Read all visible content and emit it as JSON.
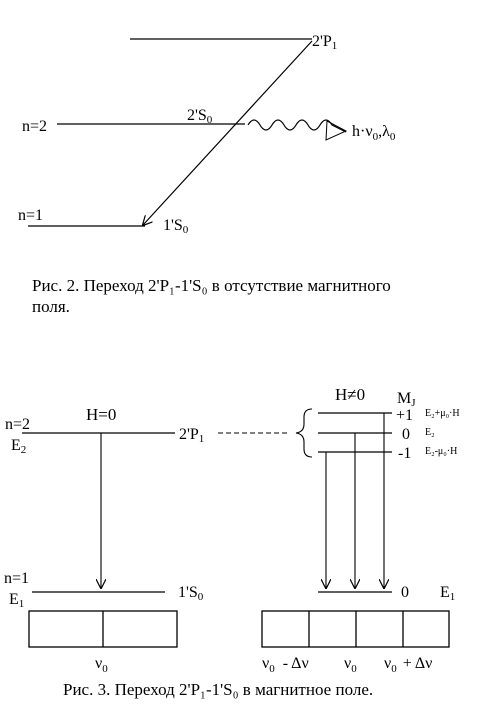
{
  "fig2": {
    "label_2P1": "2'P",
    "label_2P1_sub": "1",
    "label_n2": "n=2",
    "label_2S0": "2'S",
    "label_2S0_sub": "0",
    "label_photon_h": "h·ν",
    "label_photon_nu_sub": "0",
    "label_photon_sep": ",λ",
    "label_photon_lambda_sub": "0",
    "label_n1": "n=1",
    "label_1S0": "1'S",
    "label_1S0_sub": "0",
    "caption_line1": "Рис. 2. Переход 2'P₁-1'S₀ в отсутствие магнитного",
    "caption_line2": "поля."
  },
  "fig3": {
    "label_Hneq0": "H≠0",
    "label_MJ": "M",
    "label_MJ_sub": "J",
    "label_n2": "n=2",
    "label_E2": "E",
    "label_E2_sub": "2",
    "label_H0": "H=0",
    "label_2P1": "2'P",
    "label_2P1_sub": "1",
    "mj_plus1": "+1",
    "mj_0": "0",
    "mj_minus1": "-1",
    "energy_plus": "E₂+μ₀·H",
    "energy_zero": "E₂",
    "energy_minus": "E₂-μ₀·H",
    "label_n1": "n=1",
    "label_E1": "E",
    "label_E1_sub": "1",
    "label_1S0": "1'S",
    "label_1S0_sub": "0",
    "label_zero_level": "0",
    "label_E1_right": "E",
    "label_E1_right_sub": "1",
    "nu_left": "ν",
    "nu_left_sub": "0",
    "nu_minus_a": "ν",
    "nu_minus_a_sub": "0",
    "nu_minus_b": "- Δν",
    "nu_center": "ν",
    "nu_center_sub": "0",
    "nu_plus_a": "ν",
    "nu_plus_a_sub": "0",
    "nu_plus_b": "+ Δν",
    "caption": "Рис. 3. Переход 2'P₁-1'S₀ в магнитное поле."
  }
}
